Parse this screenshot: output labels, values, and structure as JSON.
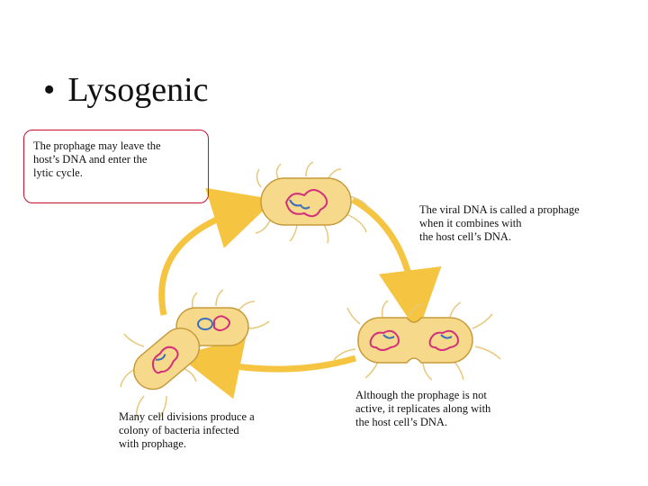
{
  "slide": {
    "title": "Lysogenic"
  },
  "diagram": {
    "callout_top_left": [
      "The prophage may leave the",
      "host’s DNA and enter the",
      "lytic cycle."
    ],
    "label_right": [
      "The viral DNA is called a prophage",
      "when it combines with",
      "the host cell’s DNA."
    ],
    "label_bottom_center": [
      "Although the prophage is not",
      "active, it replicates along with",
      "the host cell’s DNA."
    ],
    "label_bottom_left": [
      "Many cell divisions produce a",
      "colony of bacteria infected",
      "with prophage."
    ]
  },
  "colors": {
    "arrow": "#f5c542",
    "bacterium_fill": "#f6d98a",
    "bacterium_stroke": "#c79b3c",
    "host_dna": "#d2307a",
    "prophage_dna": "#3a6fbf",
    "callout_border": "#c8102e"
  }
}
